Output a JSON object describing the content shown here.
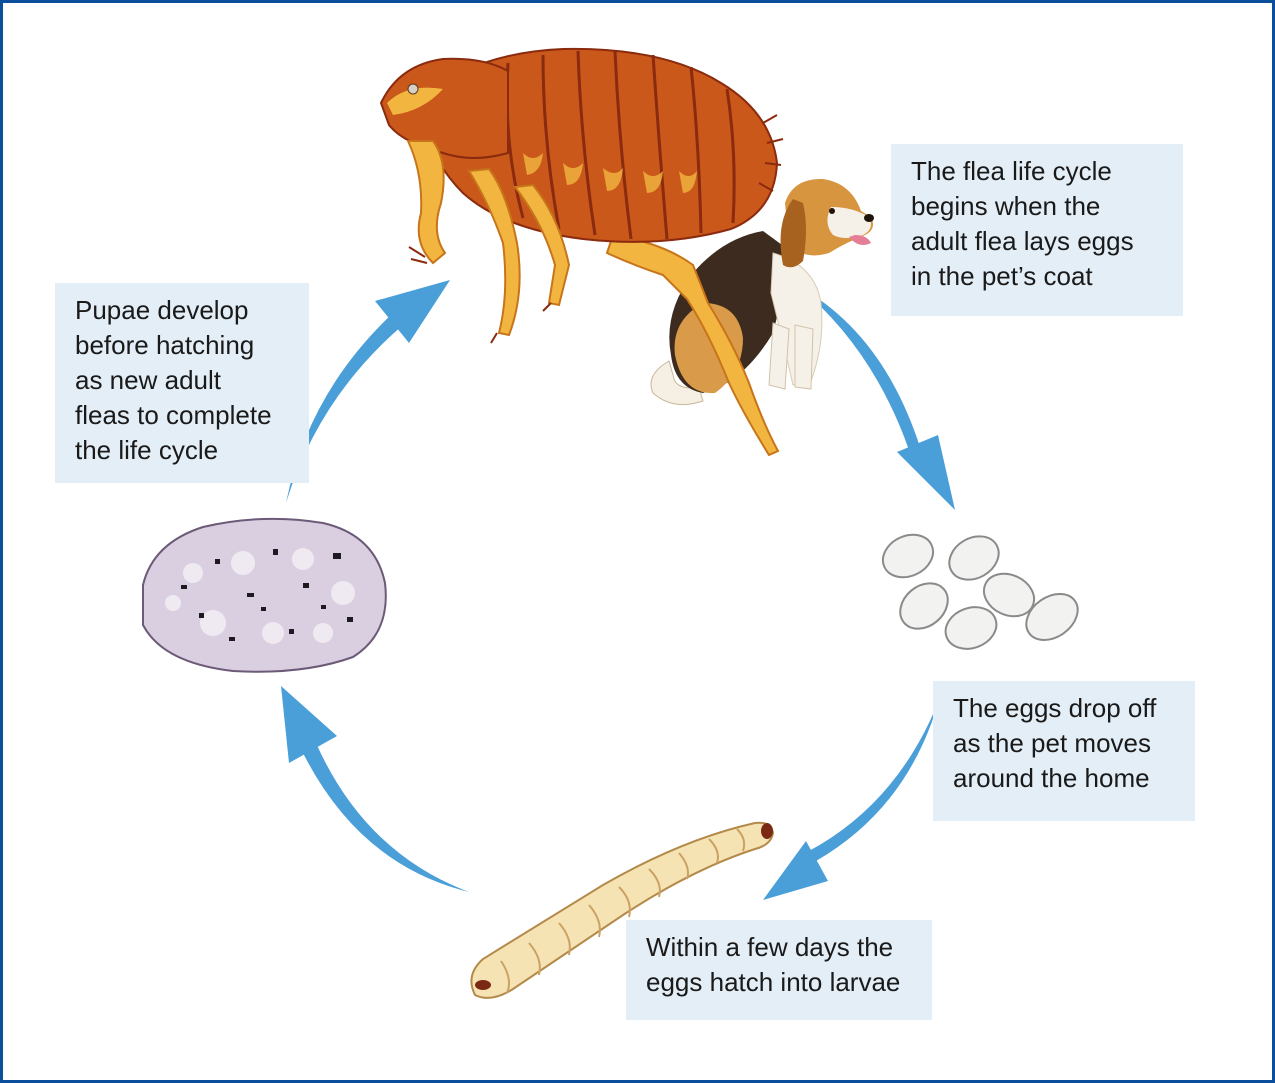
{
  "colors": {
    "frame": "#0b4f9c",
    "caption_bg": "#e4eef6",
    "arrow": "#4a9fd8",
    "flea_body": "#c9581a",
    "flea_dark": "#8a2a0e",
    "flea_leg": "#f2b640"
  },
  "illustrations": {
    "adult": "flea-illustration",
    "pet": "beagle-dog-illustration",
    "eggs": "flea-eggs-illustration",
    "larva": "flea-larva-illustration",
    "pupa": "flea-pupa-cocoon-illustration"
  },
  "captions": {
    "adult_lays_eggs": {
      "lines": [
        "The flea life cycle",
        "begins when the",
        "adult flea lays eggs",
        "in the pet’s coat"
      ]
    },
    "eggs_drop": {
      "lines": [
        "The eggs drop off",
        "as the pet moves",
        "around the home"
      ]
    },
    "larvae_hatch": {
      "lines": [
        "Within a few days the",
        "eggs hatch into larvae"
      ]
    },
    "pupae_develop": {
      "lines": [
        "Pupae develop",
        "before hatching",
        "as new adult",
        "fleas to complete",
        "the life cycle"
      ]
    }
  }
}
